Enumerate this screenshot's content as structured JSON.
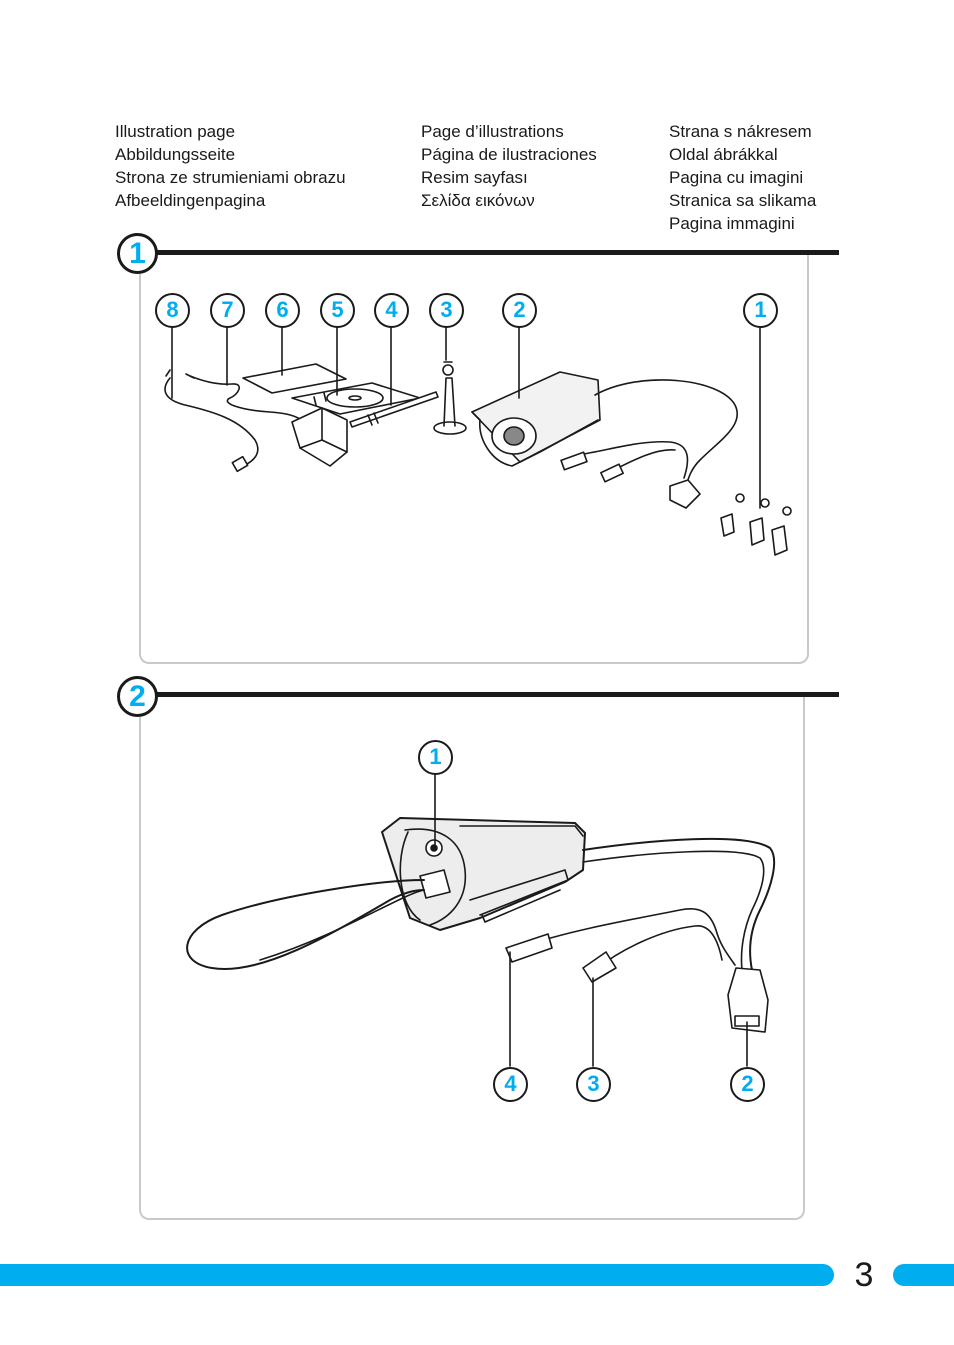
{
  "languages": {
    "column1": [
      "Illustration page",
      "Abbildungsseite",
      "Strona ze strumieniami obrazu",
      "Afbeeldingenpagina"
    ],
    "column2": [
      "Page d’illustrations",
      "Página de ilustraciones",
      "Resim sayfası",
      "Σελίδα εικόνων"
    ],
    "column3": [
      "Strana s nákresem",
      "Oldal ábrákkal",
      "Pagina cu imagini",
      "Stranica sa slikama",
      "Pagina immagini"
    ]
  },
  "section1": {
    "number": "1",
    "callouts": [
      "8",
      "7",
      "6",
      "5",
      "4",
      "3",
      "2",
      "1"
    ]
  },
  "section2": {
    "number": "2",
    "callouts": [
      "1",
      "4",
      "3",
      "2"
    ]
  },
  "page_number": "3",
  "colors": {
    "accent": "#00aeef",
    "line": "#1a1a1a",
    "panel_border": "#c9c9c9"
  }
}
